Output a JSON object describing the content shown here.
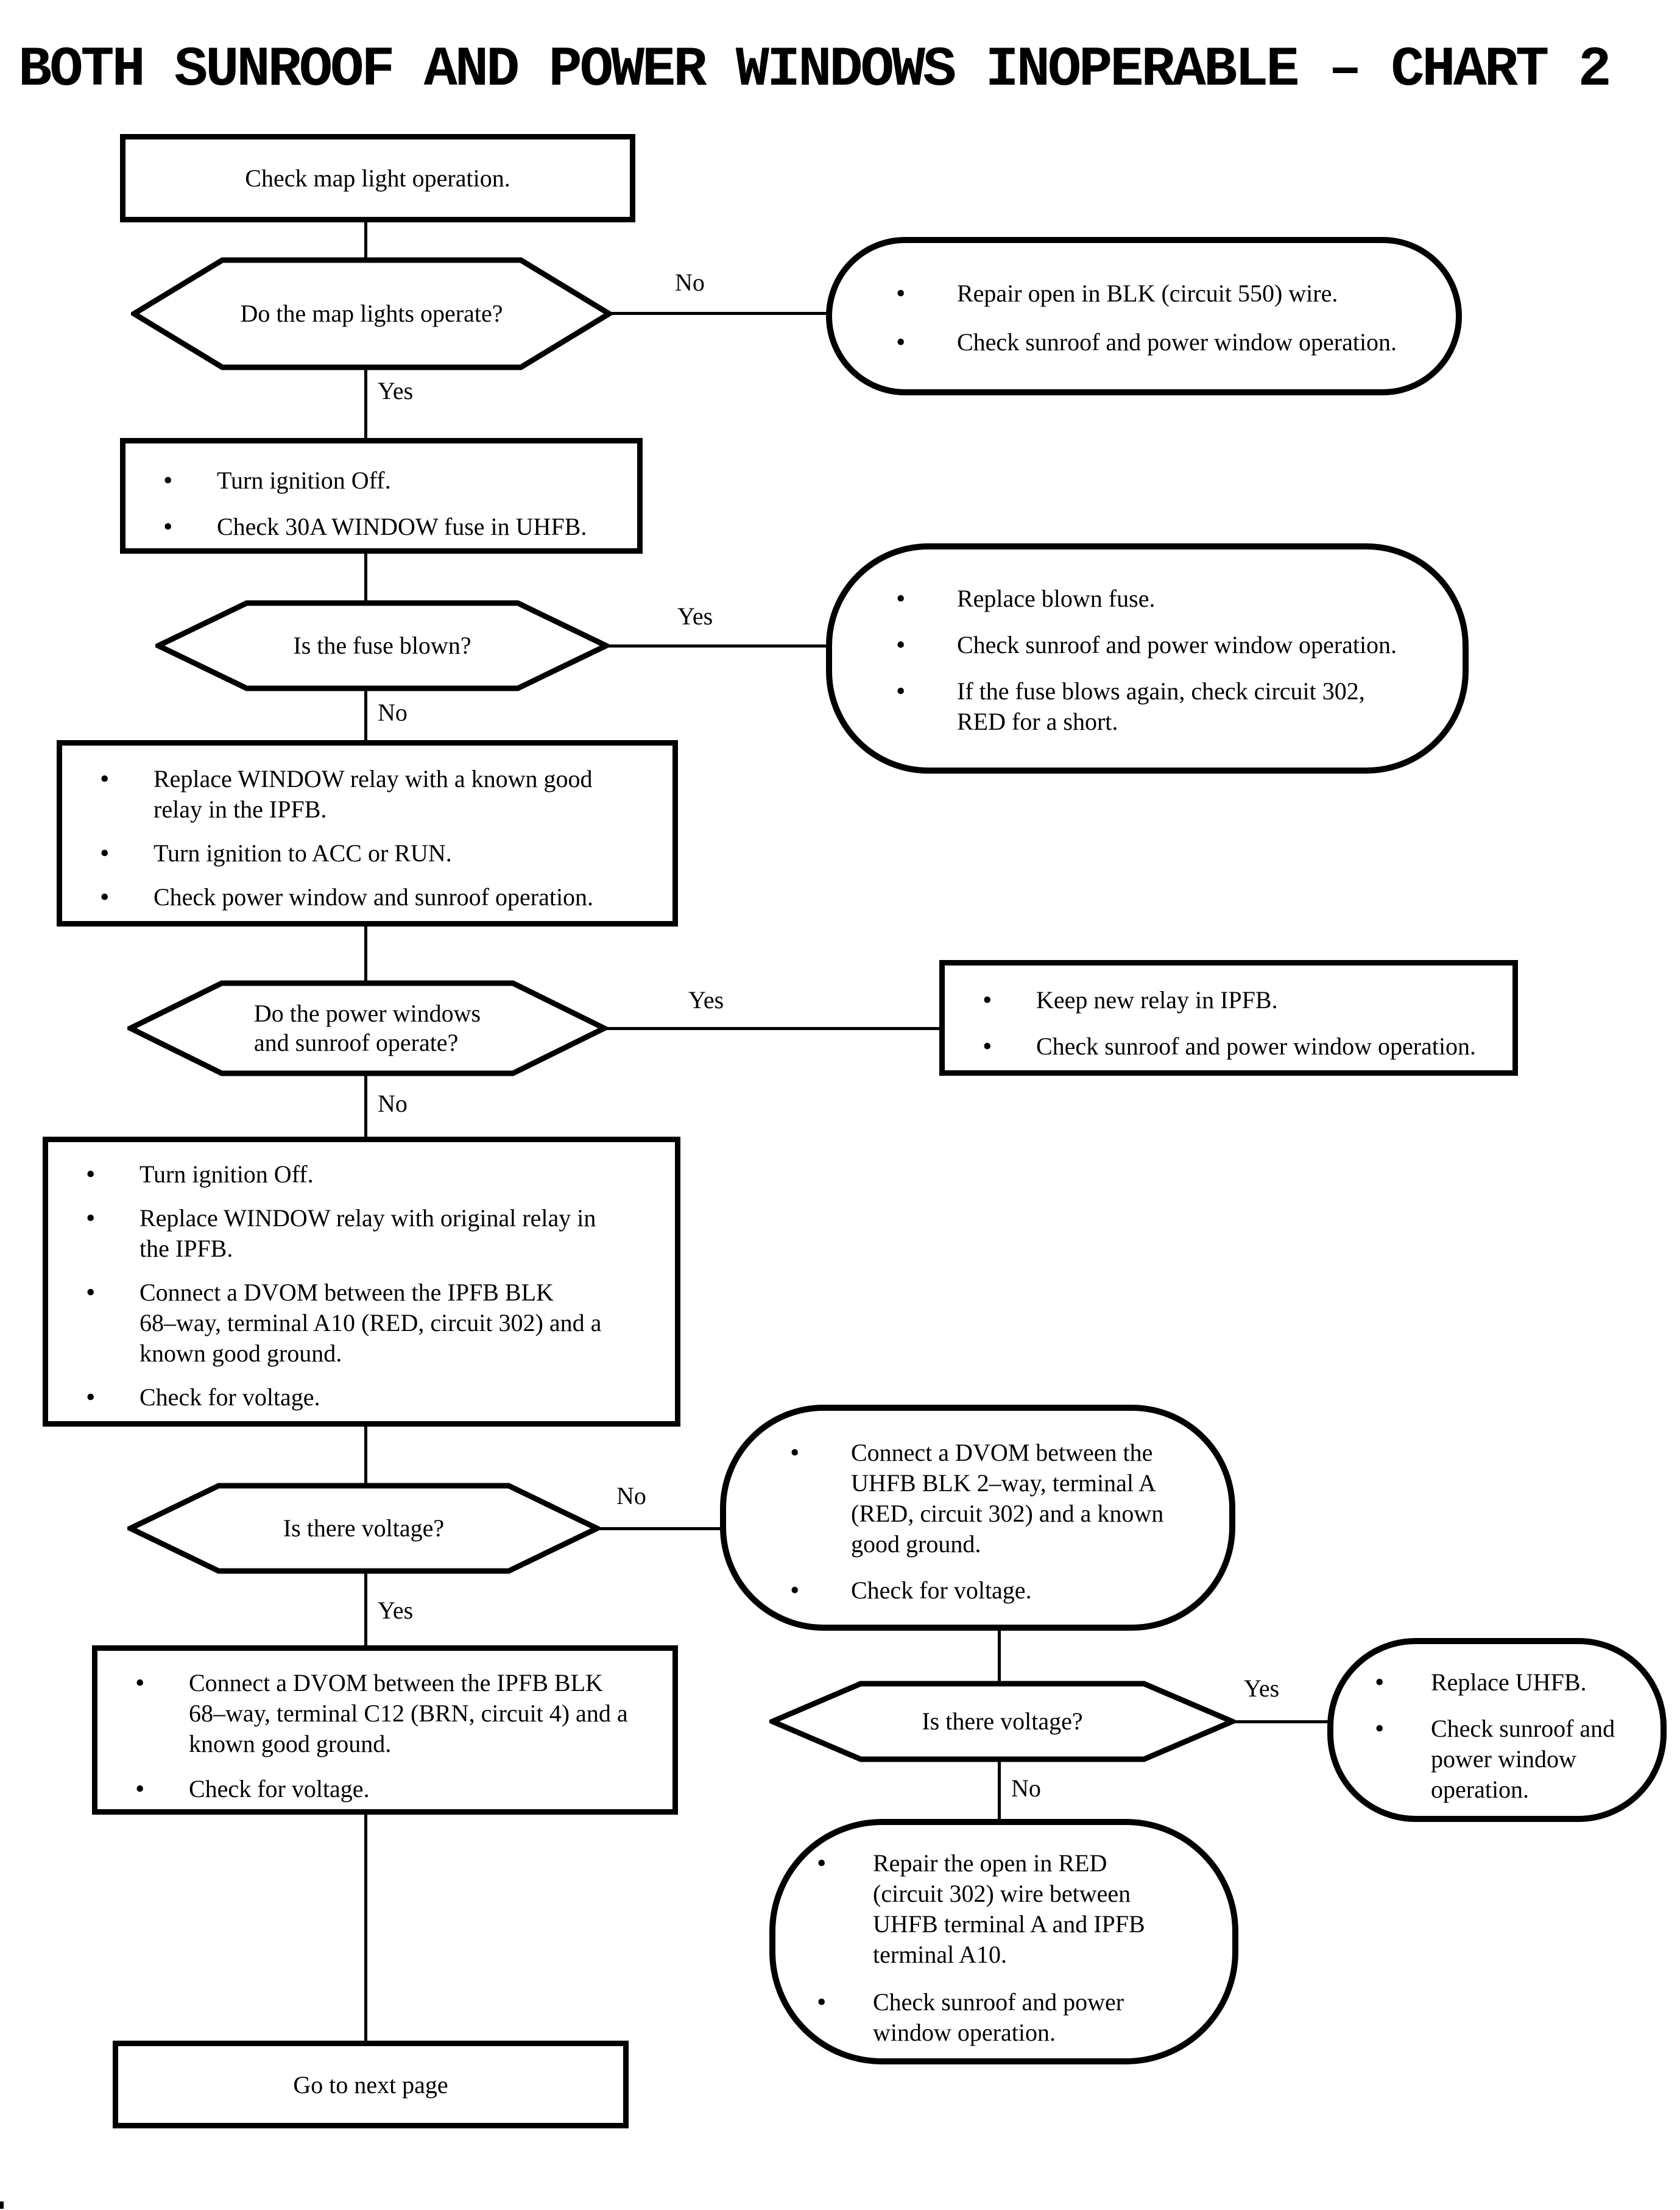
{
  "title": "BOTH SUNROOF AND POWER WINDOWS INOPERABLE – CHART 2",
  "labels": {
    "yes": "Yes",
    "no": "No"
  },
  "nodes": {
    "check_map_light": {
      "text": "Check map light operation."
    },
    "map_lights_operate": {
      "text": "Do the map lights operate?"
    },
    "repair_blk_oval": {
      "bullets": [
        "Repair open in BLK (circuit 550) wire.",
        "Check sunroof and power window operation."
      ]
    },
    "ignition_off_fuse_box": {
      "bullets": [
        "Turn ignition Off.",
        "Check 30A WINDOW fuse in UHFB."
      ]
    },
    "fuse_blown": {
      "text": "Is the fuse blown?"
    },
    "replace_fuse_oval": {
      "bullets": [
        "Replace blown fuse.",
        "Check sunroof and power window operation.",
        "If the fuse blows again, check circuit 302,\nRED for a short."
      ]
    },
    "replace_relay_box": {
      "bullets": [
        "Replace WINDOW relay with a known good\nrelay in the IPFB.",
        "Turn ignition to ACC or RUN.",
        "Check power window and sunroof operation."
      ]
    },
    "windows_sunroof_operate": {
      "text": "Do the power windows\nand sunroof operate?"
    },
    "keep_relay_box": {
      "bullets": [
        "Keep new relay in IPFB.",
        "Check sunroof and power window operation."
      ]
    },
    "original_relay_box": {
      "bullets": [
        "Turn ignition Off.",
        "Replace WINDOW relay with original relay in\nthe IPFB.",
        "Connect a DVOM between the IPFB BLK\n68–way, terminal A10 (RED, circuit 302) and a\nknown good ground.",
        "Check for voltage."
      ]
    },
    "voltage_1": {
      "text": "Is there voltage?"
    },
    "uhfb_dvom_oval": {
      "bullets": [
        "Connect a DVOM between the\nUHFB BLK 2–way, terminal A\n(RED, circuit 302) and a known\ngood ground.",
        "Check for voltage."
      ]
    },
    "ipfb_c12_box": {
      "bullets": [
        "Connect a DVOM between the IPFB BLK\n68–way, terminal C12 (BRN, circuit 4) and a\nknown good ground.",
        "Check for voltage."
      ]
    },
    "voltage_2": {
      "text": "Is there voltage?"
    },
    "replace_uhfb_oval": {
      "bullets": [
        "Replace UHFB.",
        "Check sunroof and\npower window\noperation."
      ]
    },
    "repair_red_oval": {
      "bullets": [
        "Repair the open in RED\n(circuit 302) wire between\nUHFB terminal A and IPFB\nterminal A10.",
        "Check sunroof and power\nwindow operation."
      ]
    },
    "go_next_page": {
      "text": "Go to next page"
    }
  }
}
